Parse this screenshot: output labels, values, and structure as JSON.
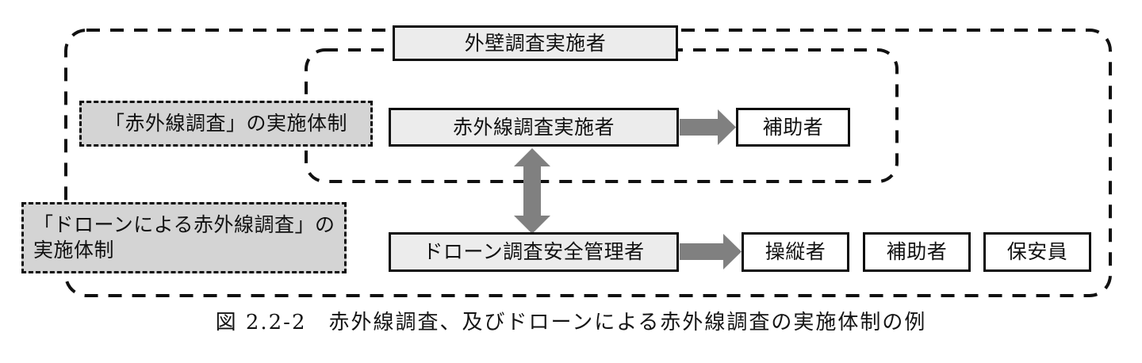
{
  "figure": {
    "caption": "図 2.2-2　赤外線調査、及びドローンによる赤外線調査の実施体制の例",
    "colors": {
      "node_fill": "#ececec",
      "node_plain_fill": "#ffffff",
      "node_border": "#0d0d0d",
      "group_label_fill": "#d4d4d4",
      "arrow_gray": "#808080",
      "background": "#ffffff"
    }
  },
  "group_labels": [
    {
      "id": "infrared-scope",
      "text": "「赤外線調査」の実施体制"
    },
    {
      "id": "drone-scope",
      "line1": "「ドローンによる赤外線調査」の",
      "line2": "実施体制"
    }
  ],
  "nodes": {
    "exterior_wall_inspector": "外壁調査実施者",
    "infrared_inspector": "赤外線調査実施者",
    "infrared_assistant": "補助者",
    "drone_safety_manager": "ドローン調査安全管理者",
    "drone_pilot": "操縦者",
    "drone_assistant": "補助者",
    "drone_guard": "保安員"
  },
  "connections": [
    {
      "id": "infrared-to-assistant",
      "from": "赤外線調査実施者",
      "to": "補助者",
      "type": "arrow-right"
    },
    {
      "id": "infrared-to-drone-manager",
      "from": "赤外線調査実施者",
      "to": "ドローン調査安全管理者",
      "type": "arrow-double-vertical"
    },
    {
      "id": "drone-manager-to-pilot",
      "from": "ドローン調査安全管理者",
      "to": "操縦者",
      "type": "arrow-right"
    }
  ]
}
